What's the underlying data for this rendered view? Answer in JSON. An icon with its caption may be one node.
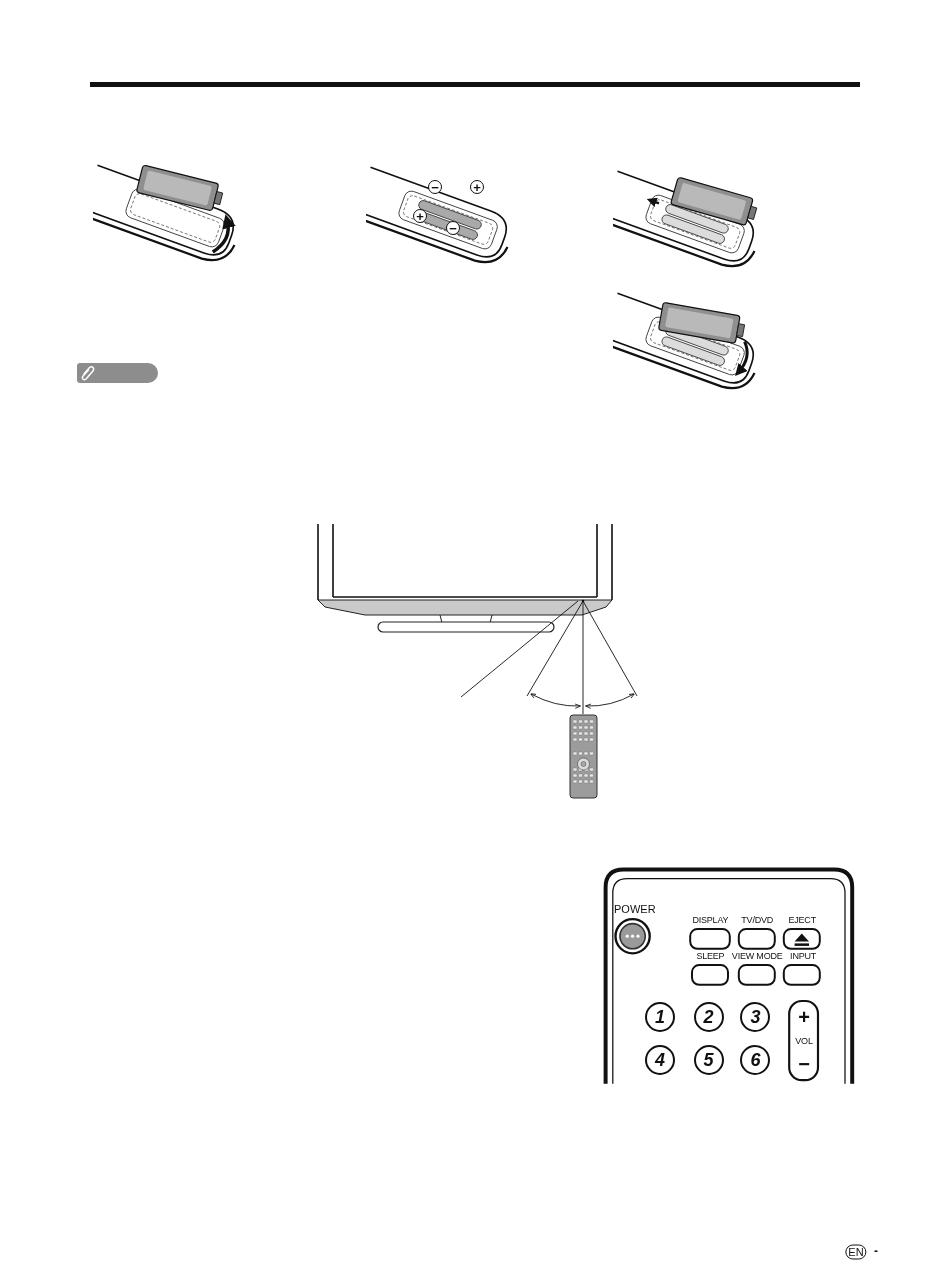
{
  "diagram": {
    "labels": [
      "−",
      "+",
      "+",
      "−",
      "POWER",
      "DISPLAY",
      "TV/DVD",
      "EJECT",
      "SLEEP",
      "VIEW MODE",
      "INPUT",
      "1",
      "2",
      "3",
      "+",
      "VOL",
      "4",
      "5",
      "6",
      "−",
      "EN",
      "-"
    ]
  }
}
